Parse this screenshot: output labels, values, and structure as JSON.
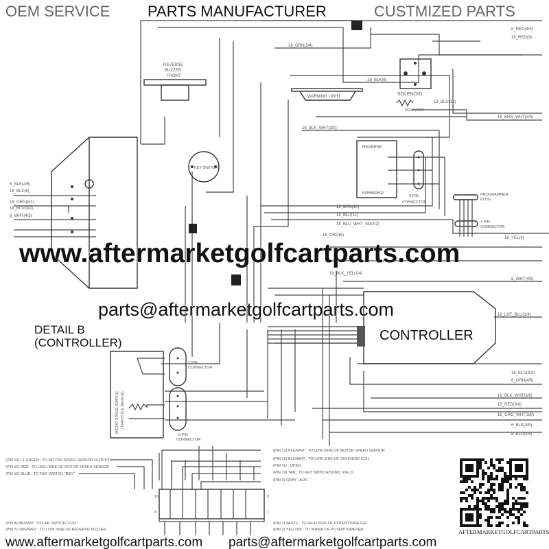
{
  "header": {
    "left": "OEM SERVICE",
    "center": "PARTS MANUFACTURER",
    "right": "CUSTMIZED PARTS"
  },
  "watermark": {
    "url": "www.aftermarketgolfcartparts.com",
    "email": "parts@aftermarketgolfcartparts.com"
  },
  "footer": {
    "url": "www.aftermarketgolfcartparts.com",
    "email": "parts@aftermarketgolfcartparts.com"
  },
  "components": {
    "reverse_buzzer": [
      "REVERSE",
      "BUZZER",
      "FRONT"
    ],
    "warning_light": "WARNING LIGHT",
    "solenoid": "SOLENOID",
    "resistor": "RESISTOR",
    "key_switch": "KEY SWITCH",
    "reverse": "REVERSE",
    "forward": "FORWARD",
    "fr_connector": [
      "3 PIN",
      "CONNECTOR"
    ],
    "programmer_plug": [
      "PROGRAMMER",
      "PLUG"
    ],
    "four_pin_connector": [
      "4 PIN",
      "CONNECTOR"
    ],
    "controller": "CONTROLLER",
    "detail": [
      "DETAIL B",
      "(CONTROLLER)"
    ],
    "throttle": [
      "MICRO SPEED SWITCH",
      "(THROTTLE DEVICE)"
    ],
    "throttle_conn_1": [
      "2 PIN",
      "CONNECTOR"
    ],
    "throttle_conn_2": [
      "3 PIN",
      "CONNECTOR"
    ]
  },
  "wire_labels": [
    "6_RED(4/5)",
    "18_RED(9)",
    "18_GRN(3/4)",
    "18_BLK(6)",
    "18_BLU(12)",
    "18_BRN_WHT(3/8)",
    "18_BLK_WHT(3/2)",
    "18_BRN(10)",
    "18_BLU(11)",
    "18_BLU_WHT_SD(3/2)",
    "18_ORG(6)",
    "18_YEL(4)",
    "18_BLK_YEL(1/4)",
    "6_WHT(4/5)",
    "18_LHT_BLU(1/4)",
    "18_BLU(3/2)",
    "6_GRN(4/5)",
    "18_BLK_WHT(3/8)",
    "18_RED(3/4)",
    "18_ORG_WHT(3/8)",
    "6_BLK(4/5)",
    "6_BLU(4/5)"
  ],
  "pins": {
    "top_left": [
      "(PIN 14) LT GREEN : TO MOTOR SPEED SENSOR OUTPUT",
      "(PIN 15) RED : TO HIGH SIDE OF MOTOR SPEED SENSOR",
      "(PIN 16) BLUE : TO F&R SWITCH \"REV\""
    ],
    "top_right": [
      "(PIN 13) BLK/WHT : TO LOW SIDE OF MOTOR SPEED SENSOR",
      "(PIN 12) BLU/WHT : TO LOW SIDE OF SOLENOID COIL",
      "(PIN 11) : OPEN",
      "(PIN 10) TAN : TO KEY SWITCH/SONIC WELD",
      "(PIN 9) GRAY : AUX"
    ],
    "bottom_left": [
      "(PIN 8) BROWN : TO F&R SWITCH \"FOR\"",
      "(PIN 7) ORG/WHT : TO LOW SIDE OF REVERSE BUZZER"
    ],
    "bottom_right": [
      "(PIN 1) WHITE : TO HIGH SIDE OF POTENTIOMETER",
      "(PIN 2) YELLOW : TO WIPER OF POTENTIOMETER"
    ],
    "side": [
      "16",
      "8",
      "9",
      "1"
    ]
  },
  "left_labels": [
    "6_BLK(4/5)",
    "18_BLK(6)",
    "18_ORG(6/1)",
    "18_BLU(3/2)",
    "6_WHT(4/5)"
  ],
  "qr_caption": "AFTERMARKETGOLFCARTPARTS"
}
